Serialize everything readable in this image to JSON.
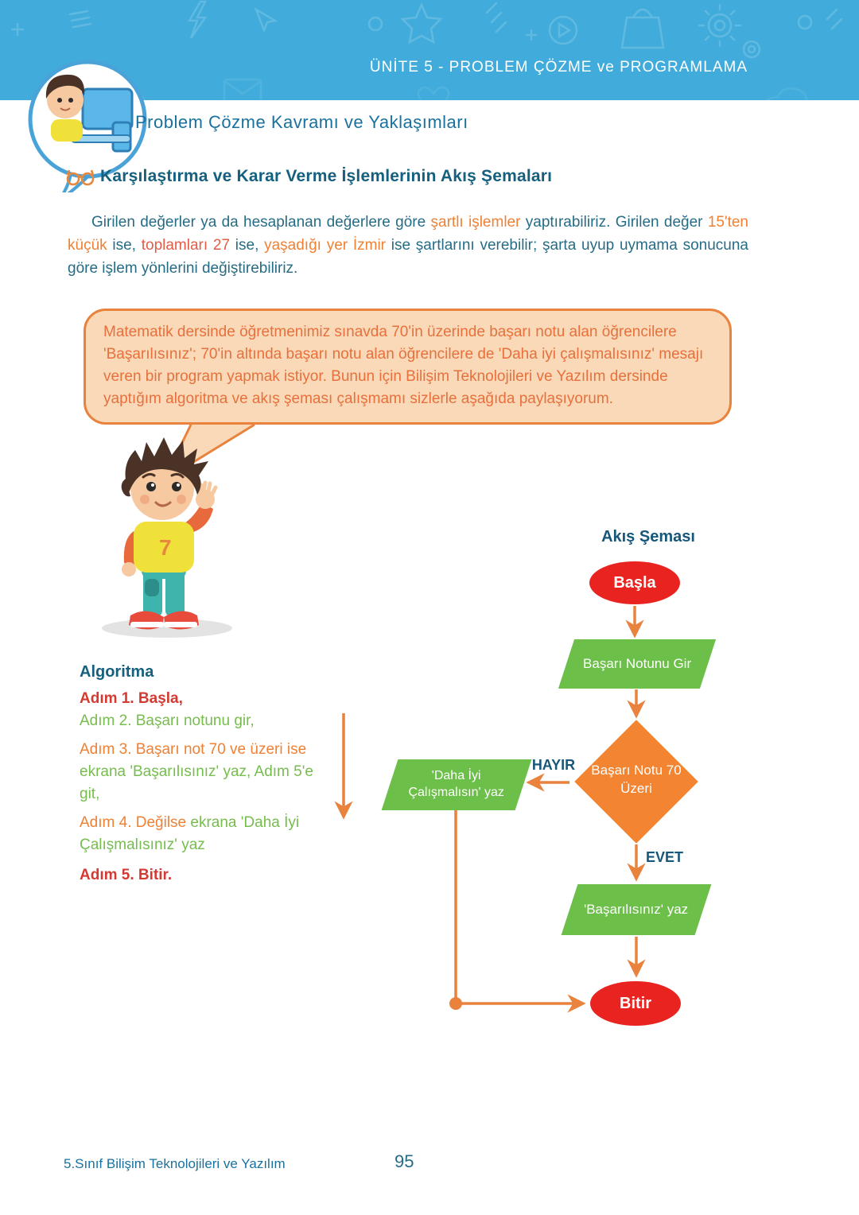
{
  "header": {
    "unit_title": "ÜNİTE 5 - PROBLEM ÇÖZME ve PROGRAMLAMA",
    "section_title": "Problem Çözme Kavramı ve Yaklaşımları",
    "mascot": "boy-at-computer-bubble"
  },
  "heading": {
    "icon": "glasses-icon",
    "text": "Karşılaştırma ve Karar Verme İşlemlerinin Akış Şemaları"
  },
  "intro": {
    "segments": [
      {
        "text": "Girilen değerler ya da hesaplanan değerlere göre ",
        "color": "#266c85"
      },
      {
        "text": "şartlı işlemler",
        "color": "#ef8135"
      },
      {
        "text": " yaptırabiliriz. Girilen değer ",
        "color": "#266c85"
      },
      {
        "text": "15'ten küçük",
        "color": "#ef8135"
      },
      {
        "text": " ise, ",
        "color": "#266c85"
      },
      {
        "text": "toplamları 27",
        "color": "#e25c48"
      },
      {
        "text": " ise, ",
        "color": "#266c85"
      },
      {
        "text": "yaşadığı yer İzmir",
        "color": "#ef8135"
      },
      {
        "text": " ise şartlarını verebilir; şarta uyup uymama sonucuna göre işlem yönlerini değiştirebiliriz.",
        "color": "#266c85"
      }
    ]
  },
  "speech_bubble": {
    "text": "Matematik dersinde öğretmenimiz sınavda 70'in üzerinde başarı notu alan öğrencilere 'Başarılısınız'; 70'in altında başarı notu alan öğrencilere de 'Daha iyi çalışmalısınız' mesajı veren bir program yapmak istiyor. Bunun için Bilişim Teknolojileri ve Yazılım dersinde yaptığım algoritma ve akış şeması çalışmamı sizlerle aşağıda paylaşıyorum."
  },
  "character": "waving-boy-illustration",
  "algorithm": {
    "title": "Algoritma",
    "lines": [
      {
        "segments": [
          {
            "text": "Adım 1. Başla,",
            "style": "red-bold"
          }
        ]
      },
      {
        "segments": [
          {
            "text": "Adım 2. Başarı notunu gir,",
            "style": "green"
          }
        ]
      },
      {
        "segments": [
          {
            "text": "Adım 3. Başarı not 70 ve üzeri ise",
            "style": "orange"
          }
        ]
      },
      {
        "segments": [
          {
            "text": "ekrana 'Başarılısınız' yaz, Adım 5'e",
            "style": "green"
          }
        ]
      },
      {
        "segments": [
          {
            "text": "git,",
            "style": "green"
          }
        ]
      },
      {
        "segments": [
          {
            "text": "Adım 4. Değilse",
            "style": "orange"
          },
          {
            "text": " ekrana 'Daha İyi",
            "style": "green"
          }
        ]
      },
      {
        "segments": [
          {
            "text": "Çalışmalısınız' yaz",
            "style": "green"
          }
        ]
      },
      {
        "segments": [
          {
            "text": "Adım 5. Bitir.",
            "style": "red-bold"
          }
        ]
      }
    ]
  },
  "flowchart": {
    "title": "Akış Şeması",
    "start": "Başla",
    "input": "Başarı Notunu Gir",
    "decision": "Başarı Notu 70 Üzeri",
    "no_label": "HAYIR",
    "yes_label": "EVET",
    "no_output": "'Daha İyi Çalışmalısın' yaz",
    "yes_output": "'Başarılısınız' yaz",
    "end": "Bitir"
  },
  "footer": {
    "book_title": "5.Sınıf Bilişim Teknolojileri ve Yazılım",
    "page_number": "95"
  },
  "colors": {
    "band_dark": "#2ba4d6",
    "band_light": "#41acdb",
    "body_teal": "#266c85",
    "heading_teal": "#14607e",
    "orange_text": "#ef8135",
    "red_orange_text": "#e25c48",
    "green_text": "#76bd4e",
    "red_text": "#d43a31",
    "node_green": "#6cbf49",
    "node_orange": "#f28432",
    "node_red": "#e92420",
    "arrow_orange": "#e8823d",
    "bubble_fill": "#f9d9b8",
    "bubble_border": "#e8823d",
    "bubble_text": "#e8703c",
    "branch_label_blue": "#16577a"
  }
}
